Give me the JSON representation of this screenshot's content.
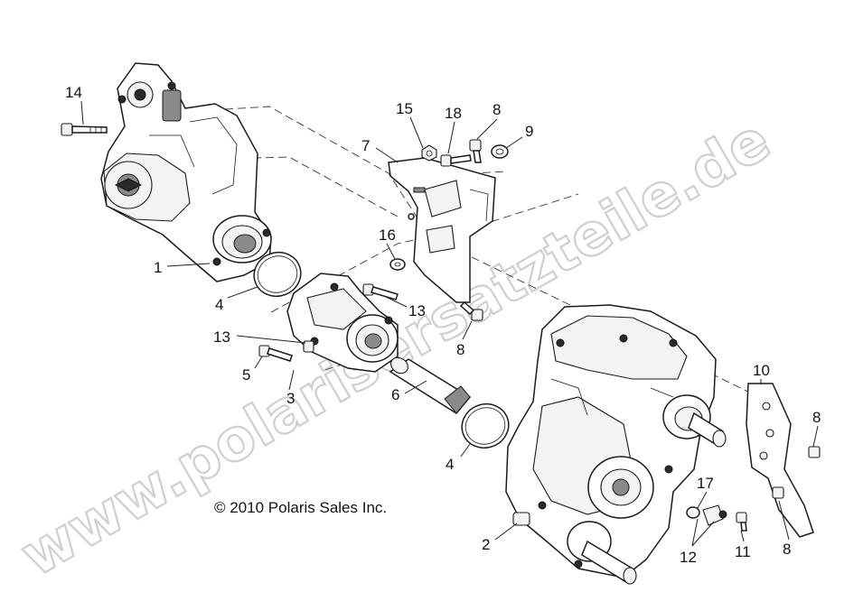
{
  "copyright": "© 2010 Polaris Sales Inc.",
  "watermark": "www.polarisersatzteile.de",
  "callouts": [
    {
      "id": "14",
      "text": "14"
    },
    {
      "id": "1",
      "text": "1"
    },
    {
      "id": "4a",
      "text": "4"
    },
    {
      "id": "13a",
      "text": "13"
    },
    {
      "id": "5",
      "text": "5"
    },
    {
      "id": "3",
      "text": "3"
    },
    {
      "id": "13b",
      "text": "13"
    },
    {
      "id": "8a",
      "text": "8"
    },
    {
      "id": "16",
      "text": "16"
    },
    {
      "id": "7",
      "text": "7"
    },
    {
      "id": "15",
      "text": "15"
    },
    {
      "id": "18",
      "text": "18"
    },
    {
      "id": "8b",
      "text": "8"
    },
    {
      "id": "9",
      "text": "9"
    },
    {
      "id": "6",
      "text": "6"
    },
    {
      "id": "4b",
      "text": "4"
    },
    {
      "id": "2",
      "text": "2"
    },
    {
      "id": "10",
      "text": "10"
    },
    {
      "id": "8c",
      "text": "8"
    },
    {
      "id": "17",
      "text": "17"
    },
    {
      "id": "12",
      "text": "12"
    },
    {
      "id": "11",
      "text": "11"
    },
    {
      "id": "8d",
      "text": "8"
    }
  ]
}
